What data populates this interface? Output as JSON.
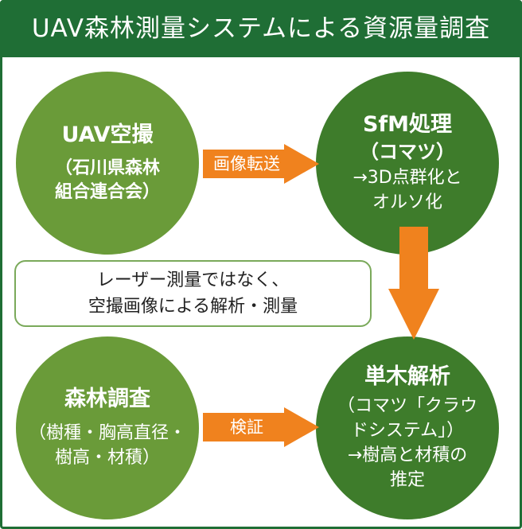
{
  "title": "UAV森林測量システムによる資源量調査",
  "nodes": {
    "uav": {
      "title": "UAV空撮",
      "lines": [
        "（石川県森林",
        "組合連合会）"
      ]
    },
    "sfm": {
      "title": "SfM処理",
      "subtitle": "（コマツ）",
      "lines": [
        "→3D点群化と",
        "オルソ化"
      ]
    },
    "forest": {
      "title": "森林調査",
      "lines": [
        "（樹種・胸高直径・",
        "樹高・材積）"
      ]
    },
    "analysis": {
      "title": "単木解析",
      "lines": [
        "（コマツ「クラウ",
        "ドシステム」）",
        "→樹高と材積の",
        "推定"
      ]
    }
  },
  "arrows": {
    "transfer": "画像転送",
    "verify": "検証"
  },
  "note": {
    "lines": [
      "レーザー測量ではなく、",
      "空撮画像による解析・測量"
    ]
  },
  "colors": {
    "title_bg": "#1f6e35",
    "circle_light": "#6a9b39",
    "circle_dark": "#3e7c2b",
    "arrow": "#f0821e",
    "note_border": "#7aa95a"
  }
}
